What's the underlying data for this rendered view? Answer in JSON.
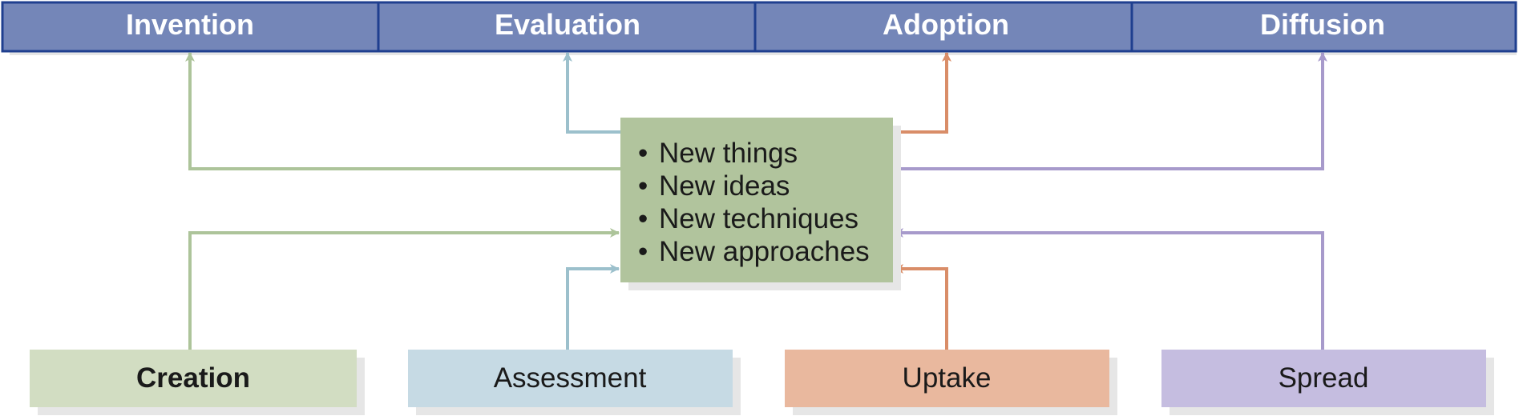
{
  "top_stages": [
    "Invention",
    "Evaluation",
    "Adoption",
    "Diffusion"
  ],
  "center_box": {
    "bullet_char": "•",
    "items": [
      "New things",
      "New ideas",
      "New techniques",
      "New approaches"
    ]
  },
  "bottom_boxes": [
    "Creation",
    "Assessment",
    "Uptake",
    "Spread"
  ],
  "colors": {
    "stage_fill": "#7486b8",
    "stage_border": "#1f3f8f",
    "center_fill": "#b1c49d",
    "green_line": "#adc49a",
    "blue_line": "#9cc0cc",
    "orange_line": "#d98d68",
    "purple_line": "#a79acb",
    "green_box": "#d2ddc2",
    "blue_box": "#c6dae4",
    "orange_box": "#e9b89e",
    "purple_box": "#c5bde0"
  }
}
